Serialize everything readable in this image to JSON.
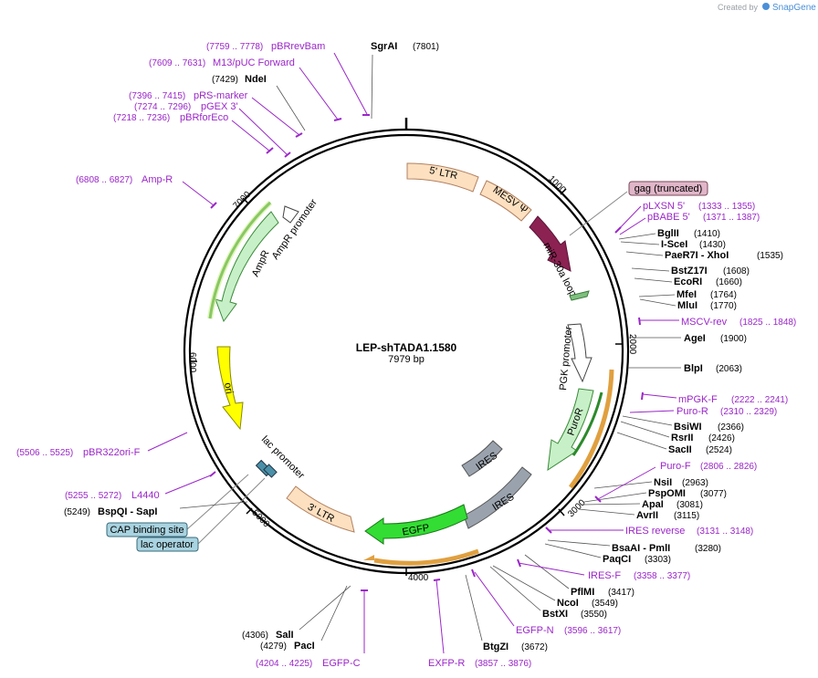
{
  "credit": {
    "prefix": "Created by",
    "brand": "SnapGene"
  },
  "plasmid": {
    "name": "LEP-shTADA1.1580",
    "size_label": "7979 bp"
  },
  "ticks": [
    "1000",
    "2000",
    "3000",
    "4000",
    "5000",
    "6000",
    "7000"
  ],
  "features": [
    {
      "label": "5' LTR",
      "color": "#fde0c0"
    },
    {
      "label": "MESV Ψ",
      "color": "#fde0c0"
    },
    {
      "label": "miR-30a loop",
      "color": "#8b2252"
    },
    {
      "label": "PGK promoter",
      "color": "#ffffff"
    },
    {
      "label": "PuroR",
      "color": "#c8f0c8"
    },
    {
      "label": "IRES",
      "color": "#9aa3ad"
    },
    {
      "label": "IRES",
      "color": "#9aa3ad"
    },
    {
      "label": "EGFP",
      "color": "#33dd33"
    },
    {
      "label": "3' LTR",
      "color": "#fde0c0"
    },
    {
      "label": "lac promoter",
      "color": "#ffffff"
    },
    {
      "label": "ori",
      "color": "#ffff00"
    },
    {
      "label": "AmpR",
      "color": "#c8f0c8"
    },
    {
      "label": "AmpR promoter",
      "color": "#ffffff"
    }
  ],
  "boxed_labels": [
    {
      "label": "gag (truncated)",
      "color": "#e0b6c8"
    },
    {
      "label": "CAP binding site",
      "color": "#a9d3e0"
    },
    {
      "label": "lac operator",
      "color": "#a9d3e0"
    }
  ],
  "sites_right": [
    {
      "name": "BglII",
      "pos": "(1410)"
    },
    {
      "name": "I-SceI",
      "pos": "(1430)"
    },
    {
      "name": "PaeR7I - XhoI",
      "pos": "(1535)"
    },
    {
      "name": "BstZ17I",
      "pos": "(1608)"
    },
    {
      "name": "EcoRI",
      "pos": "(1660)"
    },
    {
      "name": "MfeI",
      "pos": "(1764)"
    },
    {
      "name": "MluI",
      "pos": "(1770)"
    },
    {
      "name": "AgeI",
      "pos": "(1900)"
    },
    {
      "name": "BlpI",
      "pos": "(2063)"
    },
    {
      "name": "BsiWI",
      "pos": "(2366)"
    },
    {
      "name": "RsrII",
      "pos": "(2426)"
    },
    {
      "name": "SacII",
      "pos": "(2524)"
    },
    {
      "name": "NsiI",
      "pos": "(2963)"
    },
    {
      "name": "PspOMI",
      "pos": "(3077)"
    },
    {
      "name": "ApaI",
      "pos": "(3081)"
    },
    {
      "name": "AvrII",
      "pos": "(3115)"
    },
    {
      "name": "BsaAI - PmlI",
      "pos": "(3280)"
    },
    {
      "name": "PaqCI",
      "pos": "(3303)"
    },
    {
      "name": "PflMI",
      "pos": "(3417)"
    },
    {
      "name": "NcoI",
      "pos": "(3549)"
    },
    {
      "name": "BstXI",
      "pos": "(3550)"
    },
    {
      "name": "BtgZI",
      "pos": "(3672)"
    }
  ],
  "primers_right": [
    {
      "name": "pLXSN 5'",
      "range": "(1333 .. 1355)"
    },
    {
      "name": "pBABE 5'",
      "range": "(1371 .. 1387)"
    },
    {
      "name": "MSCV-rev",
      "range": "(1825 .. 1848)"
    },
    {
      "name": "mPGK-F",
      "range": "(2222 .. 2241)"
    },
    {
      "name": "Puro-R",
      "range": "(2310 .. 2329)"
    },
    {
      "name": "Puro-F",
      "range": "(2806 .. 2826)"
    },
    {
      "name": "IRES reverse",
      "range": "(3131 .. 3148)"
    },
    {
      "name": "IRES-F",
      "range": "(3358 .. 3377)"
    },
    {
      "name": "EGFP-N",
      "range": "(3596 .. 3617)"
    },
    {
      "name": "EXFP-R",
      "range": "(3857 .. 3876)"
    }
  ],
  "sites_left": [
    {
      "name": "SgrAI",
      "pos": "(7801)"
    },
    {
      "name": "NdeI",
      "pos": "(7429)"
    },
    {
      "name": "BspQI - SapI",
      "pos": "(5249)"
    },
    {
      "name": "SalI",
      "pos": "(4306)"
    },
    {
      "name": "PacI",
      "pos": "(4279)"
    }
  ],
  "primers_left": [
    {
      "name": "pBRrevBam",
      "range": "(7759 .. 7778)"
    },
    {
      "name": "M13/pUC Forward",
      "range": "(7609 .. 7631)"
    },
    {
      "name": "pRS-marker",
      "range": "(7396 .. 7415)"
    },
    {
      "name": "pGEX 3'",
      "range": "(7274 .. 7296)"
    },
    {
      "name": "pBRforEco",
      "range": "(7218 .. 7236)"
    },
    {
      "name": "Amp-R",
      "range": "(6808 .. 6827)"
    },
    {
      "name": "pBR322ori-F",
      "range": "(5506 .. 5525)"
    },
    {
      "name": "L4440",
      "range": "(5255 .. 5272)"
    },
    {
      "name": "EGFP-C",
      "range": "(4204 .. 4225)"
    }
  ]
}
